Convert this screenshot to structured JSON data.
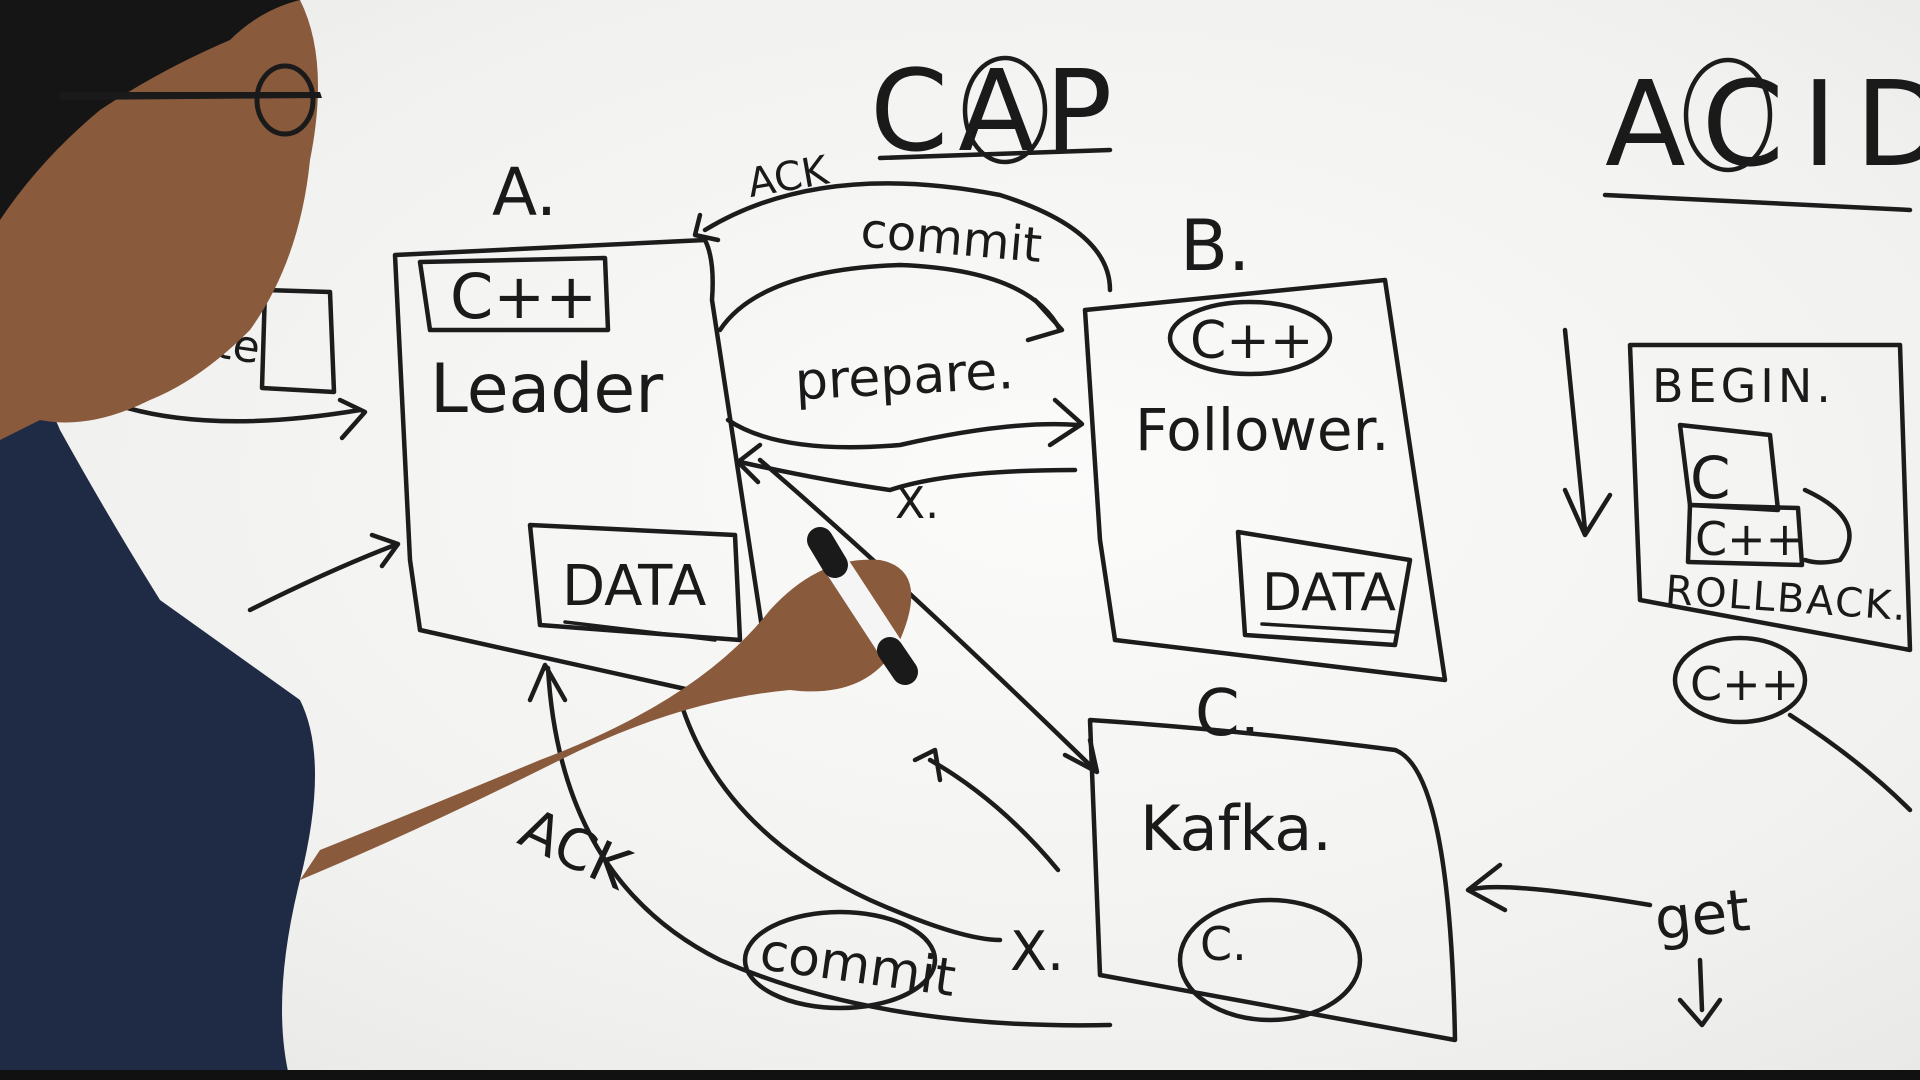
{
  "board": {
    "cap": "CAP",
    "acid": "ACID",
    "node_a": {
      "label": "A.",
      "cpp": "C++",
      "role": "Leader",
      "data": "DATA"
    },
    "node_b": {
      "label": "B.",
      "cpp": "C++",
      "role": "Follower.",
      "data": "DATA"
    },
    "node_c": {
      "label": "C.",
      "role": "Kafka.",
      "circle": "C."
    },
    "arrows": {
      "ack_top": "ACK",
      "commit_top": "commit",
      "prepare": "prepare.",
      "x_mid": "X.",
      "ack_bottom": "ACK",
      "commit_bottom": "commit",
      "x_bottom": "X.",
      "get": "get"
    },
    "transaction": {
      "begin": "BEGIN.",
      "c": "C",
      "cpp": "C++",
      "rollback": "ROLLBACK.",
      "cpp_circle": "C++"
    },
    "left_box_partial": "update"
  }
}
